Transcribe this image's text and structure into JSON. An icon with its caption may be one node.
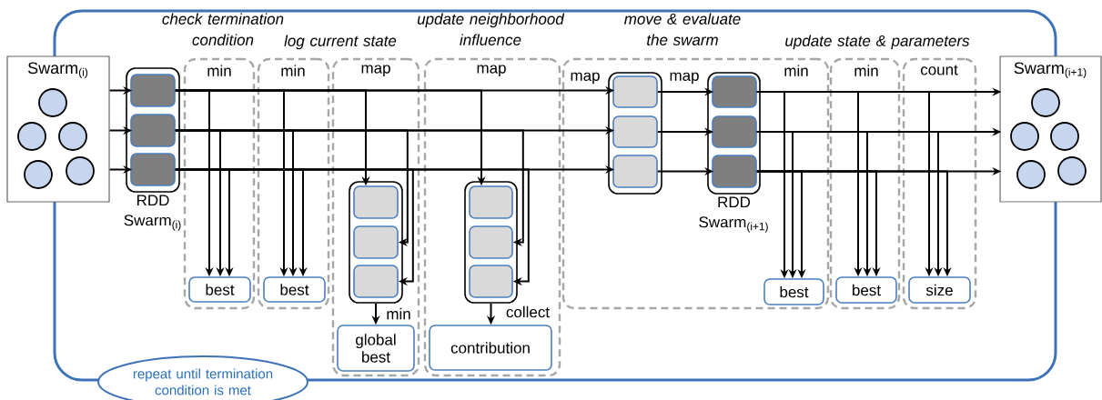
{
  "diagram": {
    "nodes": [
      {
        "text": [],
        "shape": "box"
      },
      {
        "text": [
          "Swarm$_{(i)}$"
        ]
      },
      {
        "text": [],
        "shape": "box",
        "in": 0,
        "beside": [
          "RDD Swarm$_{(i)}$"
        ]
      },
      {
        "text": [],
        "shape": "box",
        "in": 2
      },
      {
        "text": [],
        "shape": "box",
        "in": 2
      },
      {
        "text": [],
        "shape": "box",
        "in": 2
      },
      {
        "text": [
          "min"
        ],
        "in": 0
      },
      {
        "text": [
          "best"
        ],
        "in": 6
      },
      {
        "text": [
          "min"
        ],
        "in": 0
      },
      {
        "text": [
          "best"
        ],
        "in": 8
      },
      {
        "text": [
          "map"
        ],
        "in": 0
      },
      {
        "text": [],
        "shape": "box",
        "in": 10
      },
      {
        "text": [],
        "shape": "box",
        "in": 11
      },
      {
        "text": [],
        "shape": "box",
        "in": 11
      },
      {
        "text": [],
        "shape": "box",
        "in": 11
      },
      {
        "text": [
          "global best"
        ],
        "in": 10
      },
      {
        "text": [
          "map"
        ],
        "in": 0
      },
      {
        "text": [],
        "shape": "box",
        "in": 16
      },
      {
        "text": [],
        "shape": "box",
        "in": 17
      },
      {
        "text": [],
        "shape": "box",
        "in": 17
      },
      {
        "text": [],
        "shape": "box",
        "in": 17
      },
      {
        "text": [
          "contribution"
        ],
        "in": 16
      },
      {
        "text": [
          "min"
        ],
        "in": 0
      },
      {
        "text": [],
        "shape": "box",
        "in": 22
      },
      {
        "text": [],
        "shape": "box",
        "in": 23
      },
      {
        "text": [],
        "shape": "box",
        "in": 23
      },
      {
        "text": [],
        "shape": "box",
        "in": 23
      },
      {
        "text": [],
        "shape": "box",
        "in": 22,
        "beside": [
          "RDD Swarm$_{(i+1)}$"
        ]
      },
      {
        "text": [],
        "shape": "box",
        "in": 27
      },
      {
        "text": [],
        "shape": "box",
        "in": 27
      },
      {
        "text": [],
        "shape": "box",
        "in": 27
      },
      {
        "text": [
          "best"
        ],
        "in": 22
      },
      {
        "text": [
          "min"
        ],
        "in": 0
      },
      {
        "text": [
          "best"
        ],
        "in": 32
      },
      {
        "text": [
          "count"
        ],
        "in": 0
      },
      {
        "text": [
          "size"
        ],
        "in": 34
      },
      {
        "text": [
          "Swarm$_{(i+1)}$"
        ]
      },
      {
        "text": [
          "repeat until termination condition is met"
        ]
      }
    ],
    "edges": [
      {
        "from": 1,
        "to": 3,
        "arrow": "to"
      },
      {
        "from": 1,
        "to": 4,
        "arrow": "to"
      },
      {
        "from": 1,
        "to": 5,
        "arrow": "to"
      },
      {
        "from": 3,
        "to": 7,
        "arrow": "to"
      },
      {
        "from": 4,
        "to": 7,
        "arrow": "to"
      },
      {
        "from": 5,
        "to": 7,
        "arrow": "to"
      },
      {
        "from": 3,
        "to": 9,
        "arrow": "to"
      },
      {
        "from": 4,
        "to": 9,
        "arrow": "to"
      },
      {
        "from": 5,
        "to": 9,
        "arrow": "to"
      },
      {
        "from": 3,
        "to": 12,
        "arrow": "to"
      },
      {
        "from": 4,
        "to": 13,
        "arrow": "to"
      },
      {
        "from": 5,
        "to": 14,
        "arrow": "to"
      },
      {
        "from": 11,
        "to": 15,
        "arrow": "to",
        "label": "min"
      },
      {
        "from": 3,
        "to": 18,
        "arrow": "to"
      },
      {
        "from": 4,
        "to": 19,
        "arrow": "to"
      },
      {
        "from": 5,
        "to": 20,
        "arrow": "to"
      },
      {
        "from": 17,
        "to": 21,
        "arrow": "to",
        "label": "collect"
      },
      {
        "from": 3,
        "to": 24,
        "arrow": "to",
        "label": "map"
      },
      {
        "from": 4,
        "to": 25,
        "arrow": "to"
      },
      {
        "from": 5,
        "to": 26,
        "arrow": "to"
      },
      {
        "from": 24,
        "to": 28,
        "arrow": "to",
        "label": "map"
      },
      {
        "from": 25,
        "to": 29,
        "arrow": "to"
      },
      {
        "from": 26,
        "to": 30,
        "arrow": "to"
      },
      {
        "from": 28,
        "to": 31,
        "arrow": "to"
      },
      {
        "from": 29,
        "to": 31,
        "arrow": "to"
      },
      {
        "from": 30,
        "to": 31,
        "arrow": "to"
      },
      {
        "from": 28,
        "to": 33,
        "arrow": "to"
      },
      {
        "from": 29,
        "to": 33,
        "arrow": "to"
      },
      {
        "from": 30,
        "to": 33,
        "arrow": "to"
      },
      {
        "from": 28,
        "to": 35,
        "arrow": "to"
      },
      {
        "from": 29,
        "to": 35,
        "arrow": "to"
      },
      {
        "from": 30,
        "to": 35,
        "arrow": "to"
      },
      {
        "from": 28,
        "to": 36,
        "arrow": "to"
      },
      {
        "from": 29,
        "to": 36,
        "arrow": "to"
      },
      {
        "from": 30,
        "to": 36,
        "arrow": "to"
      }
    ],
    "labels": [
      "check termination condition",
      "log current state",
      "update neighborhood influence",
      "move & evaluate the swarm",
      "update state & parameters"
    ]
  }
}
